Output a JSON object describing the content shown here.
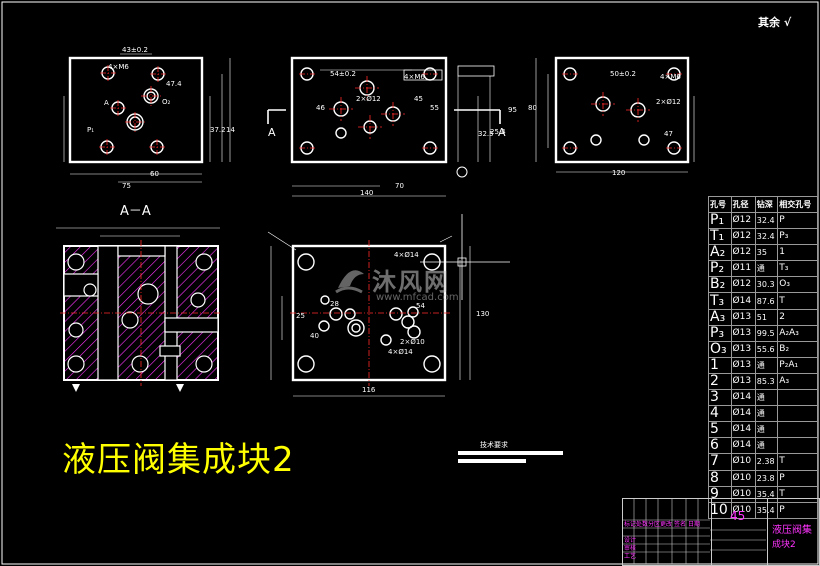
{
  "drawing": {
    "title": "液压阀集成块2",
    "roughness_note": "其余",
    "section_label": "A－A",
    "view_arrow_label": "A",
    "tech_requirements": "技术要求",
    "material_number": "45",
    "part_name_line1": "液压阀集",
    "part_name_line2": "成块2"
  },
  "watermark": {
    "brand": "沐风网",
    "url": "www.mfcad.com"
  },
  "hole_table": {
    "headers": [
      "孔号",
      "孔径",
      "钻深",
      "相交孔号"
    ],
    "rows": [
      [
        "P₁",
        "Ø12",
        "32.4",
        "P"
      ],
      [
        "T₁",
        "Ø12",
        "32.4",
        "P₃"
      ],
      [
        "A₂",
        "Ø12",
        "35",
        "1"
      ],
      [
        "P₂",
        "Ø11",
        "通",
        "T₃"
      ],
      [
        "B₂",
        "Ø12",
        "30.3",
        "O₃"
      ],
      [
        "T₃",
        "Ø14",
        "87.6",
        "T"
      ],
      [
        "A₃",
        "Ø13",
        "51",
        "2"
      ],
      [
        "P₃",
        "Ø13",
        "99.5",
        "A₂A₃"
      ],
      [
        "O₃",
        "Ø13",
        "55.6",
        "B₂"
      ],
      [
        "1",
        "Ø13",
        "通",
        "P₂A₁"
      ],
      [
        "2",
        "Ø13",
        "85.3",
        "A₃"
      ],
      [
        "3",
        "Ø14",
        "通",
        ""
      ],
      [
        "4",
        "Ø14",
        "通",
        ""
      ],
      [
        "5",
        "Ø14",
        "通",
        ""
      ],
      [
        "6",
        "Ø14",
        "通",
        ""
      ],
      [
        "7",
        "Ø10",
        "2.38",
        "T"
      ],
      [
        "8",
        "Ø10",
        "23.8",
        "P"
      ],
      [
        "9",
        "Ø10",
        "35.4",
        "T"
      ],
      [
        "10",
        "Ø10",
        "35.4",
        "P"
      ]
    ]
  },
  "dimensions": {
    "top_view_1": [
      "43±0.2",
      "4×M6",
      "60",
      "75",
      "47.4",
      "37.2",
      "14",
      "P₁",
      "A",
      "O₂"
    ],
    "top_view_2": [
      "54±0.2",
      "4×M6",
      "2×Ø12",
      "140",
      "70",
      "45",
      "55",
      "46",
      "95",
      "32.5",
      "25.4"
    ],
    "top_view_3": [
      "50±0.2",
      "4×M6",
      "2×Ø12",
      "120",
      "47",
      "80"
    ],
    "front_view": [
      "4×Ø14",
      "116",
      "130",
      "40",
      "25",
      "28",
      "54",
      "2×Ø10",
      "4×Ø14"
    ]
  },
  "colors": {
    "line": "#ffffff",
    "center": "#ff2a2a",
    "hatch": "#ff33ff",
    "title": "#ffff00",
    "dim": "#ffffff"
  }
}
